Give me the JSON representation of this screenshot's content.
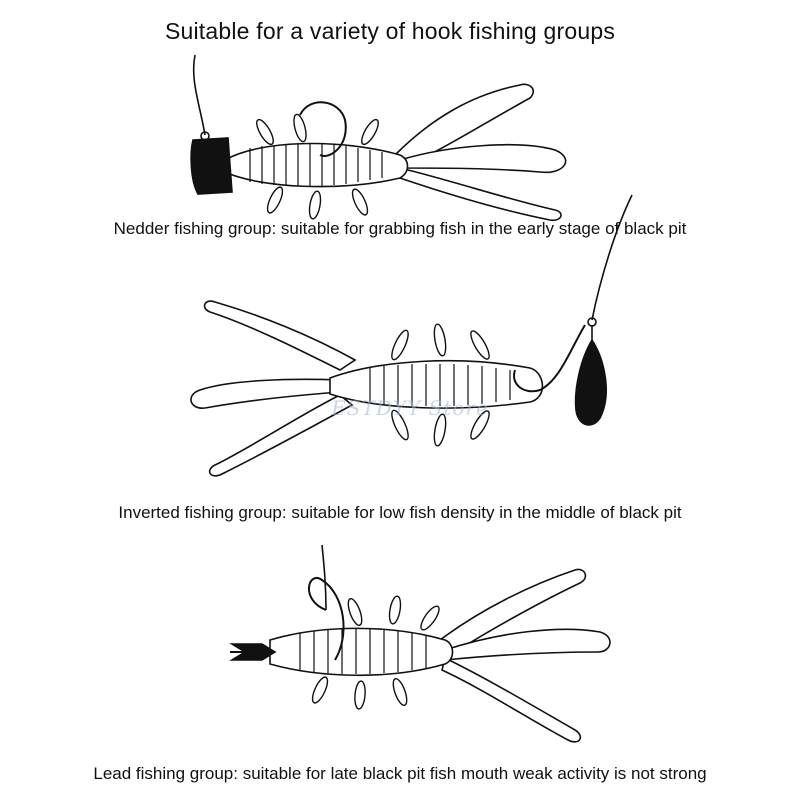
{
  "title": "Suitable for a variety of hook fishing groups",
  "groups": [
    {
      "caption": "Nedder fishing group: suitable for grabbing fish in the early stage of black pit"
    },
    {
      "caption": "Inverted fishing group: suitable for low fish density in the middle of black pit"
    },
    {
      "caption": "Lead fishing group: suitable for late black pit fish mouth weak activity is not strong"
    }
  ],
  "watermark": "ESTDYY Store",
  "colors": {
    "outline": "#111111",
    "fill": "#ffffff",
    "lead": "#111111",
    "watermark": "#9db4d6"
  }
}
